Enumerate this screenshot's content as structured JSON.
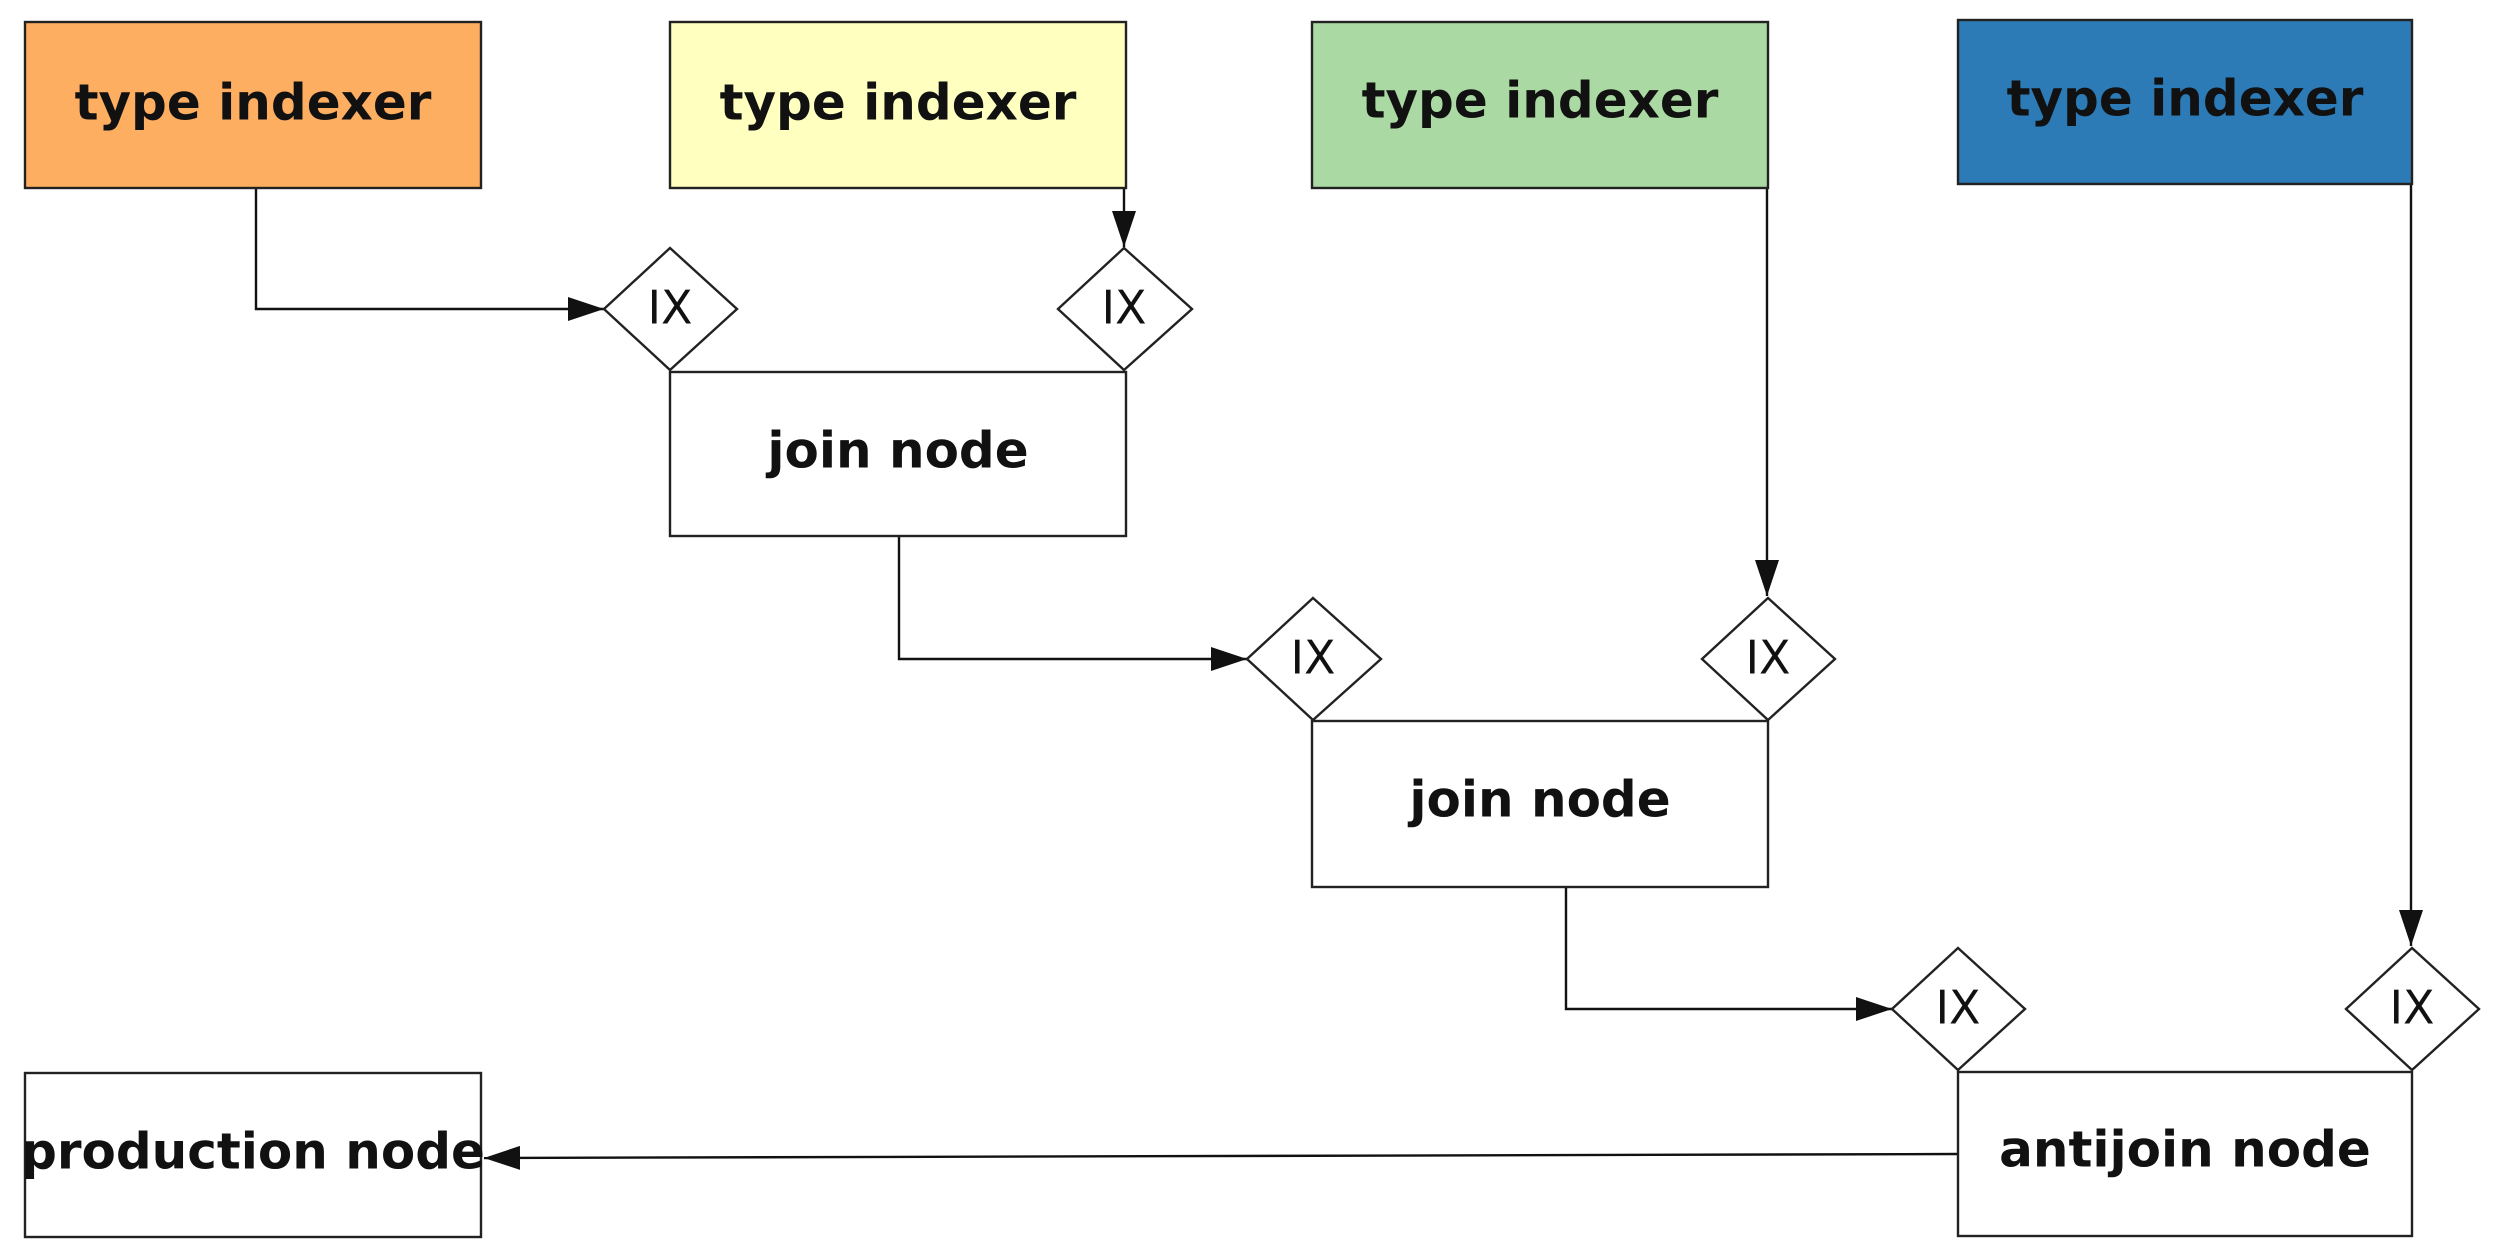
{
  "nodes": {
    "indexer_1": {
      "label": "type indexer",
      "fill": "#FDAE61"
    },
    "indexer_2": {
      "label": "type indexer",
      "fill": "#FFFFBF"
    },
    "indexer_3": {
      "label": "type indexer",
      "fill": "#ABD9A3"
    },
    "indexer_4": {
      "label": "type indexer",
      "fill": "#2C7BB6"
    },
    "join_1": {
      "label": "join node",
      "fill": "#FFFFFF"
    },
    "join_2": {
      "label": "join node",
      "fill": "#FFFFFF"
    },
    "antijoin": {
      "label": "antijoin node",
      "fill": "#FFFFFF"
    },
    "production": {
      "label": "production node",
      "fill": "#FFFFFF"
    }
  },
  "ix": {
    "join_1_left": "IX",
    "join_1_right": "IX",
    "join_2_left": "IX",
    "join_2_right": "IX",
    "antijoin_left": "IX",
    "antijoin_right": "IX"
  },
  "edges": [
    {
      "from": "type indexer (orange)",
      "to": "join node 1 left IX"
    },
    {
      "from": "type indexer (yellow)",
      "to": "join node 1 right IX"
    },
    {
      "from": "join node 1",
      "to": "join node 2 left IX"
    },
    {
      "from": "type indexer (green)",
      "to": "join node 2 right IX"
    },
    {
      "from": "join node 2",
      "to": "antijoin node left IX"
    },
    {
      "from": "type indexer (blue)",
      "to": "antijoin node right IX"
    },
    {
      "from": "antijoin node",
      "to": "production node"
    }
  ]
}
